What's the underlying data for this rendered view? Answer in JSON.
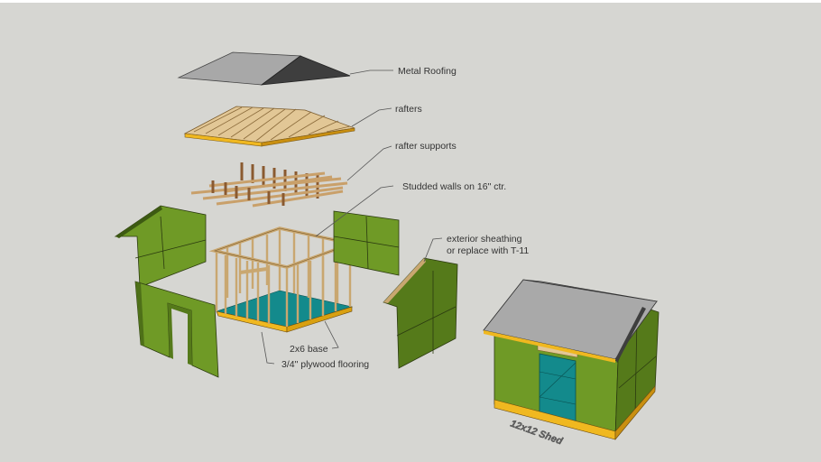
{
  "labels": {
    "metal_roofing": "Metal Roofing",
    "rafters": "rafters",
    "rafter_supports": "rafter supports",
    "studded_walls": "Studded walls on 16\" ctr.",
    "sheathing_line1": "exterior sheathing",
    "sheathing_line2": "or replace with T-11",
    "base": "2x6 base",
    "flooring": "3/4\" plywood flooring",
    "shed_title": "12x12 Shed"
  },
  "colors": {
    "background": "#d6d6d2",
    "sheathing_green": "#6f9a26",
    "sheathing_dark": "#557a1a",
    "floor_teal": "#138a8c",
    "base_yellow": "#f0b820",
    "roof_gray": "#a9a9a9"
  }
}
